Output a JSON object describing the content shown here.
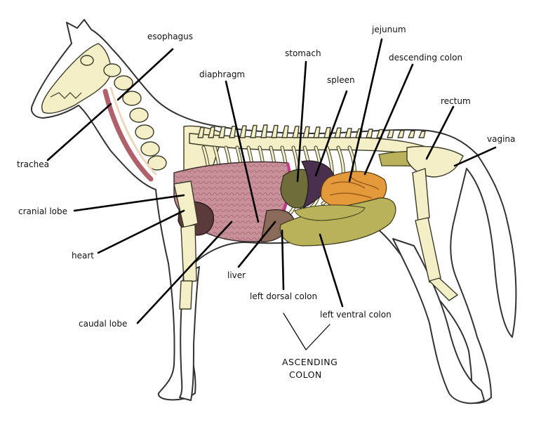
{
  "labels": {
    "esophagus": "esophagus",
    "trachea": "trachea",
    "cranial_lobe": "cranial lobe",
    "heart": "heart",
    "caudal_lobe": "caudal lobe",
    "diaphragm": "diaphragm",
    "stomach": "stomach",
    "spleen": "spleen",
    "jejunum": "jejunum",
    "descending_colon": "descending colon",
    "rectum": "rectum",
    "vagina": "vagina",
    "liver": "liver",
    "left_dorsal_colon": "left dorsal colon",
    "left_ventral_colon": "left ventral colon",
    "ascending_colon_line1": "ASCENDING",
    "ascending_colon_line2": "COLON"
  },
  "colors": {
    "lung": "#c9909a",
    "heart": "#5a3a3a",
    "stomach": "#6f6d3a",
    "spleen": "#4a2f4e",
    "jejunum": "#e49a3a",
    "colon": "#b9b25a",
    "bone": "#f4efc6",
    "diaphragm": "#c23a8a"
  }
}
